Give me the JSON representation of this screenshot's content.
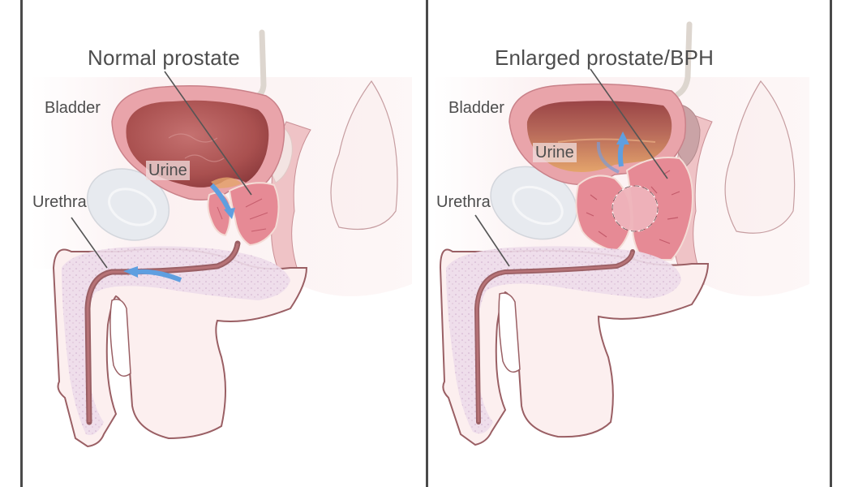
{
  "figure": {
    "type": "medical-illustration",
    "subject": "Male pelvic anatomy: normal vs enlarged prostate",
    "colors": {
      "border": "#4a4a4a",
      "label_text": "#4d4d4d",
      "bladder_wall": "#e8a2a8",
      "bladder_lumen": "#a9504f",
      "prostate": "#e68a95",
      "skin": "#fbeeee",
      "outline": "#9a5f64",
      "corpus_spongiosum": "#eddcea",
      "urine_arrow": "#5f9fe0",
      "pubic_bone": "#e6e9ee"
    }
  },
  "panels": [
    {
      "id": "normal",
      "title": "Normal prostate",
      "labels": {
        "bladder": "Bladder",
        "urine": "Urine",
        "urethra": "Urethra"
      },
      "arrows": [
        "urine-flow-into-urethra",
        "urine-flow-along-urethra"
      ]
    },
    {
      "id": "enlarged",
      "title": "Enlarged prostate/BPH",
      "labels": {
        "bladder": "Bladder",
        "urine": "Urine",
        "urethra": "Urethra"
      },
      "arrows": [
        "urine-flow-blocked-return"
      ]
    }
  ]
}
